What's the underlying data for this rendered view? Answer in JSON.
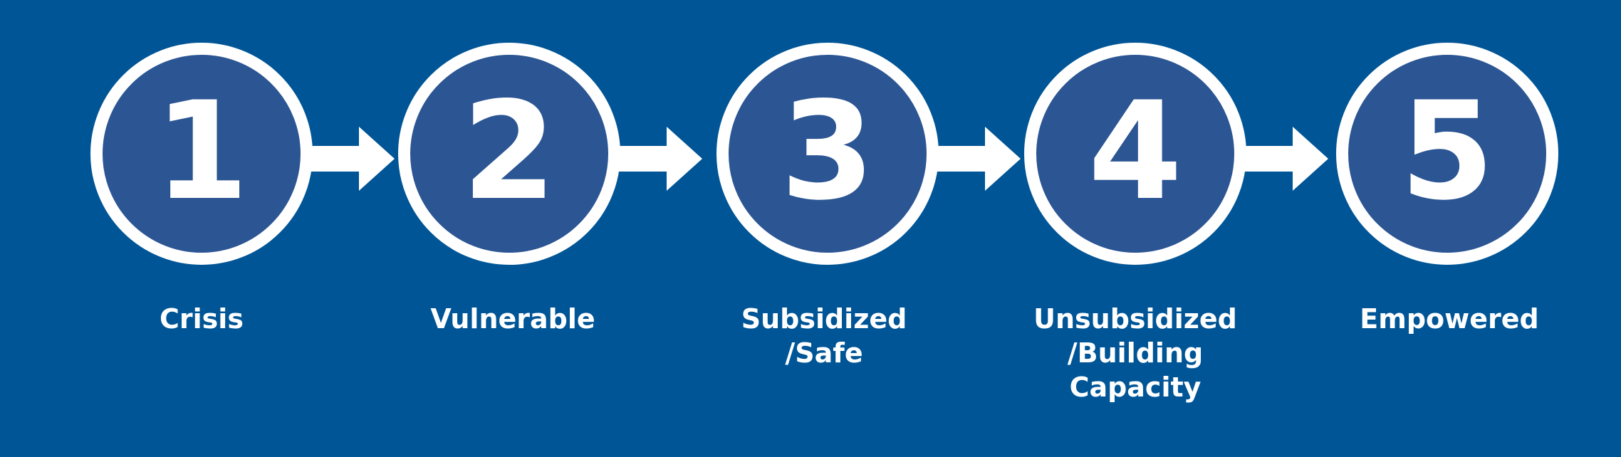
{
  "colors": {
    "background": "#005596",
    "circle_fill": "#2b5593",
    "circle_stroke": "#ffffff",
    "text": "#ffffff",
    "arrow": "#ffffff"
  },
  "steps": [
    {
      "number": "1",
      "label": "Crisis"
    },
    {
      "number": "2",
      "label": "Vulnerable"
    },
    {
      "number": "3",
      "label": "Subsidized\n/Safe"
    },
    {
      "number": "4",
      "label": "Unsubsidized\n/Building\nCapacity"
    },
    {
      "number": "5",
      "label": "Empowered"
    }
  ],
  "connectors": [
    {
      "from": "1",
      "to": "2",
      "icon": "right-arrow-icon"
    },
    {
      "from": "2",
      "to": "3",
      "icon": "right-arrow-icon"
    },
    {
      "from": "3",
      "to": "4",
      "icon": "right-arrow-icon"
    },
    {
      "from": "4",
      "to": "5",
      "icon": "right-arrow-icon"
    }
  ]
}
